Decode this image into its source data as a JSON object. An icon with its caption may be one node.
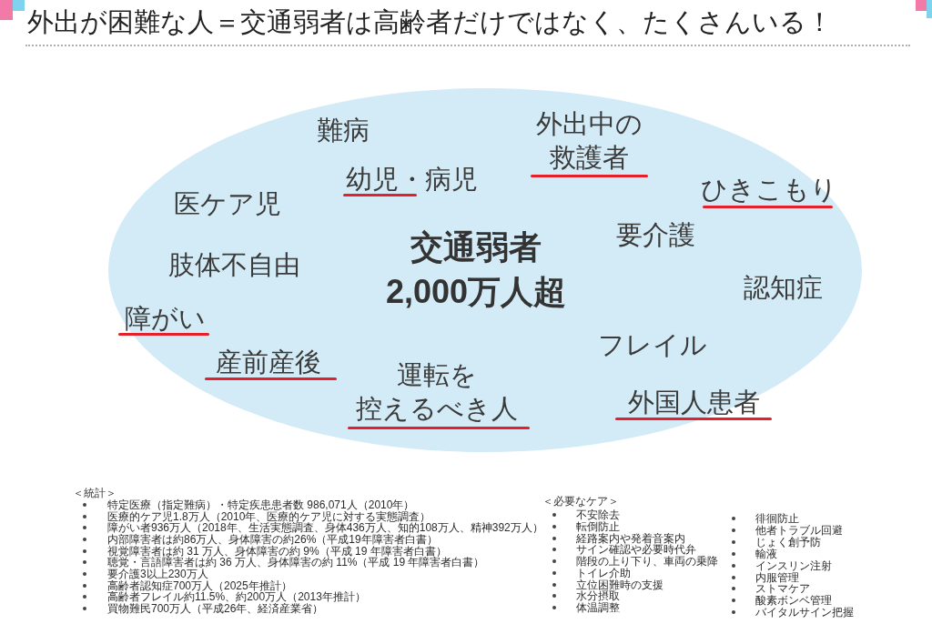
{
  "diagram": {
    "title": "外出が困難な人＝交通弱者は高齢者だけではなく、たくさんいる！",
    "nodes": [
      {
        "text": [
          "難病",
          "外出中の救護者",
          "幼児・病児",
          "ひきこもり",
          "医ケア児",
          "要介護",
          "交通弱者",
          "2,000万人超",
          "肢体不自由",
          "認知症",
          "障がい",
          "フレイル",
          "産前産後",
          "運転を控えるべき人",
          "外国人患者"
        ]
      }
    ],
    "labels": [
      "＜統計＞",
      "特定医療（指定難病）・特定疾患患者数 986,071人（2010年）",
      "医療的ケア児1.8万人（2010年、医療的ケア児に対する実態調査）",
      "障がい者936万人（2018年、生活実態調査、身体436万人、知的108万人、精神392万人）",
      "内部障害者は約86万人、身体障害の約26%（平成19年障害者白書）",
      "視覚障害者は約 31 万人、身体障害の約 9%（平成 19 年障害者白書）",
      "聴覚・言語障害者は約 36 万人、身体障害の約 11%（平成 19 年障害者白書）",
      "要介護3以上230万人",
      "高齢者認知症700万人（2025年推計）",
      "高齢者フレイル約11.5%、約200万人（2013年推計）",
      "買物難民700万人（平成26年、経済産業省）",
      "＜必要なケア＞",
      "不安除去",
      "転倒防止",
      "経路案内や発着音案内",
      "サイン確認や必要時代弁",
      "階段の上り下り、車両の乗降",
      "トイレ介助",
      "立位困難時の支援",
      "水分摂取",
      "体温調整",
      "徘徊防止",
      "他者トラブル回避",
      "じょく創予防",
      "輸液",
      "インスリン注射",
      "内服管理",
      "ストマケア",
      "酸素ボンベ管理",
      "バイタルサイン把握"
    ]
  }
}
